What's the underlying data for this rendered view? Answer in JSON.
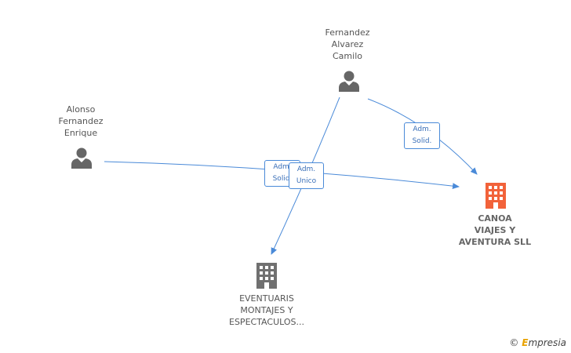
{
  "colors": {
    "edge": "#4a8ad8",
    "person": "#666666",
    "company_main": "#f2623a",
    "company_other": "#707070"
  },
  "nodes": {
    "fernandez": {
      "label_lines": [
        "Fernandez",
        "Alvarez",
        "Camilo"
      ],
      "icon": "person-icon"
    },
    "alonso": {
      "label_lines": [
        "Alonso",
        "Fernandez",
        "Enrique"
      ],
      "icon": "person-icon"
    },
    "canoa": {
      "label_lines": [
        "CANOA",
        "VIAJES Y",
        "AVENTURA SLL"
      ],
      "icon": "building-icon"
    },
    "eventuaris": {
      "label_lines": [
        "EVENTUARIS",
        "MONTAJES Y",
        "ESPECTACULOS..."
      ],
      "icon": "building-icon"
    }
  },
  "edges": {
    "fernandez_canoa": {
      "label_lines": [
        "Adm.",
        "Solid."
      ]
    },
    "alonso_canoa": {
      "label_lines": [
        "Adm.",
        "Solid."
      ]
    },
    "fernandez_eventuaris": {
      "label_lines": [
        "Adm.",
        "Unico"
      ]
    }
  },
  "brand": {
    "copyright": "©",
    "e": "E",
    "name": "mpresia"
  }
}
